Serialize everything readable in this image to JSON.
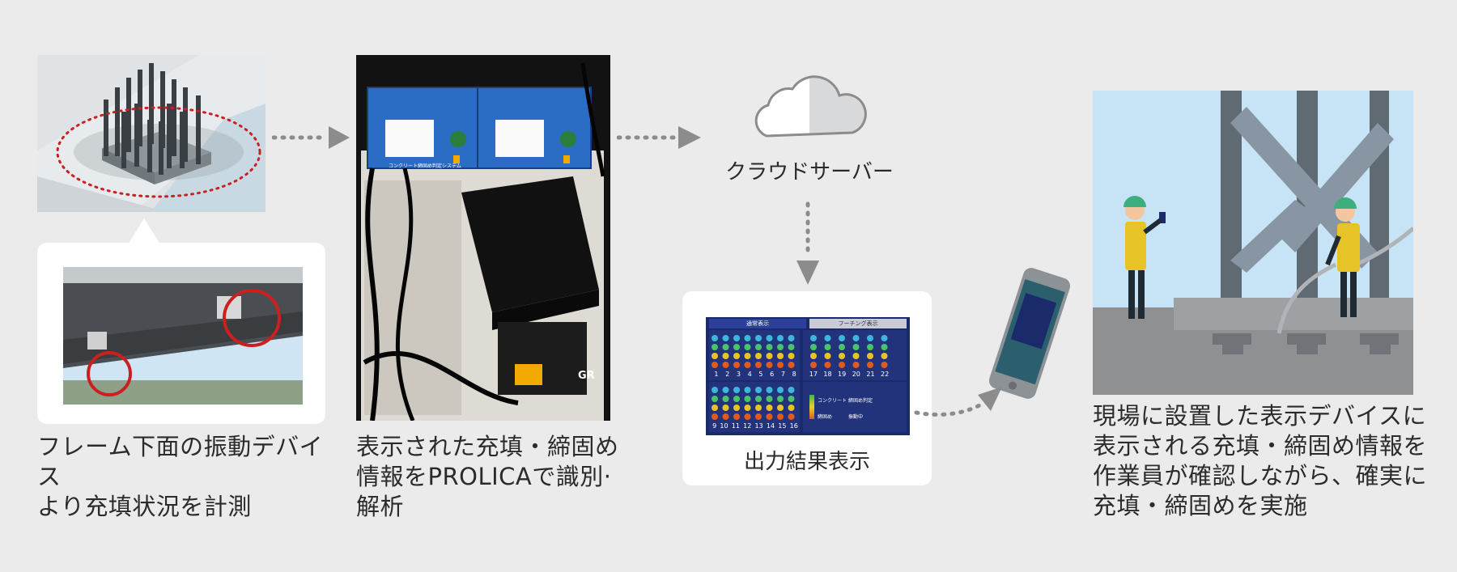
{
  "steps": {
    "step1_caption": [
      "フレーム下面の振動デバイス",
      "より充填状況を計測"
    ],
    "step2_caption": [
      "表示された充填・締固め",
      "情報をPROLICAで識別·",
      "解析"
    ],
    "cloud_label": "クラウドサーバー",
    "output_label": "出力結果表示",
    "step4_caption": [
      "現場に設置した表示デバイスに",
      "表示される充填・締固め情報を",
      "作業員が確認しながら、確実に",
      "充填・締固めを実施"
    ]
  },
  "device": {
    "unit_label": "コンクリート締固め判定システム",
    "brand": "GR"
  },
  "screen": {
    "tab_active": "通常表示",
    "tab_inactive": "フーチング表示",
    "top_numbers_left": [
      "1",
      "2",
      "3",
      "4",
      "5",
      "6",
      "7",
      "8"
    ],
    "top_numbers_right": [
      "17",
      "18",
      "19",
      "20",
      "21",
      "22"
    ],
    "bottom_numbers_left": [
      "9",
      "10",
      "11",
      "12",
      "13",
      "14",
      "15",
      "16"
    ],
    "legend_1": "コンクリート",
    "legend_2": "締固め",
    "status_1": "締固め判定",
    "status_2": "振動中"
  },
  "colors": {
    "background": "#ebebeb",
    "arrow": "#8c8c8c",
    "accent_red": "#cc1f1f",
    "device_blue": "#2b6cc4",
    "sky": "#c6e4f5",
    "screen_navy": "#1b2a6b"
  }
}
